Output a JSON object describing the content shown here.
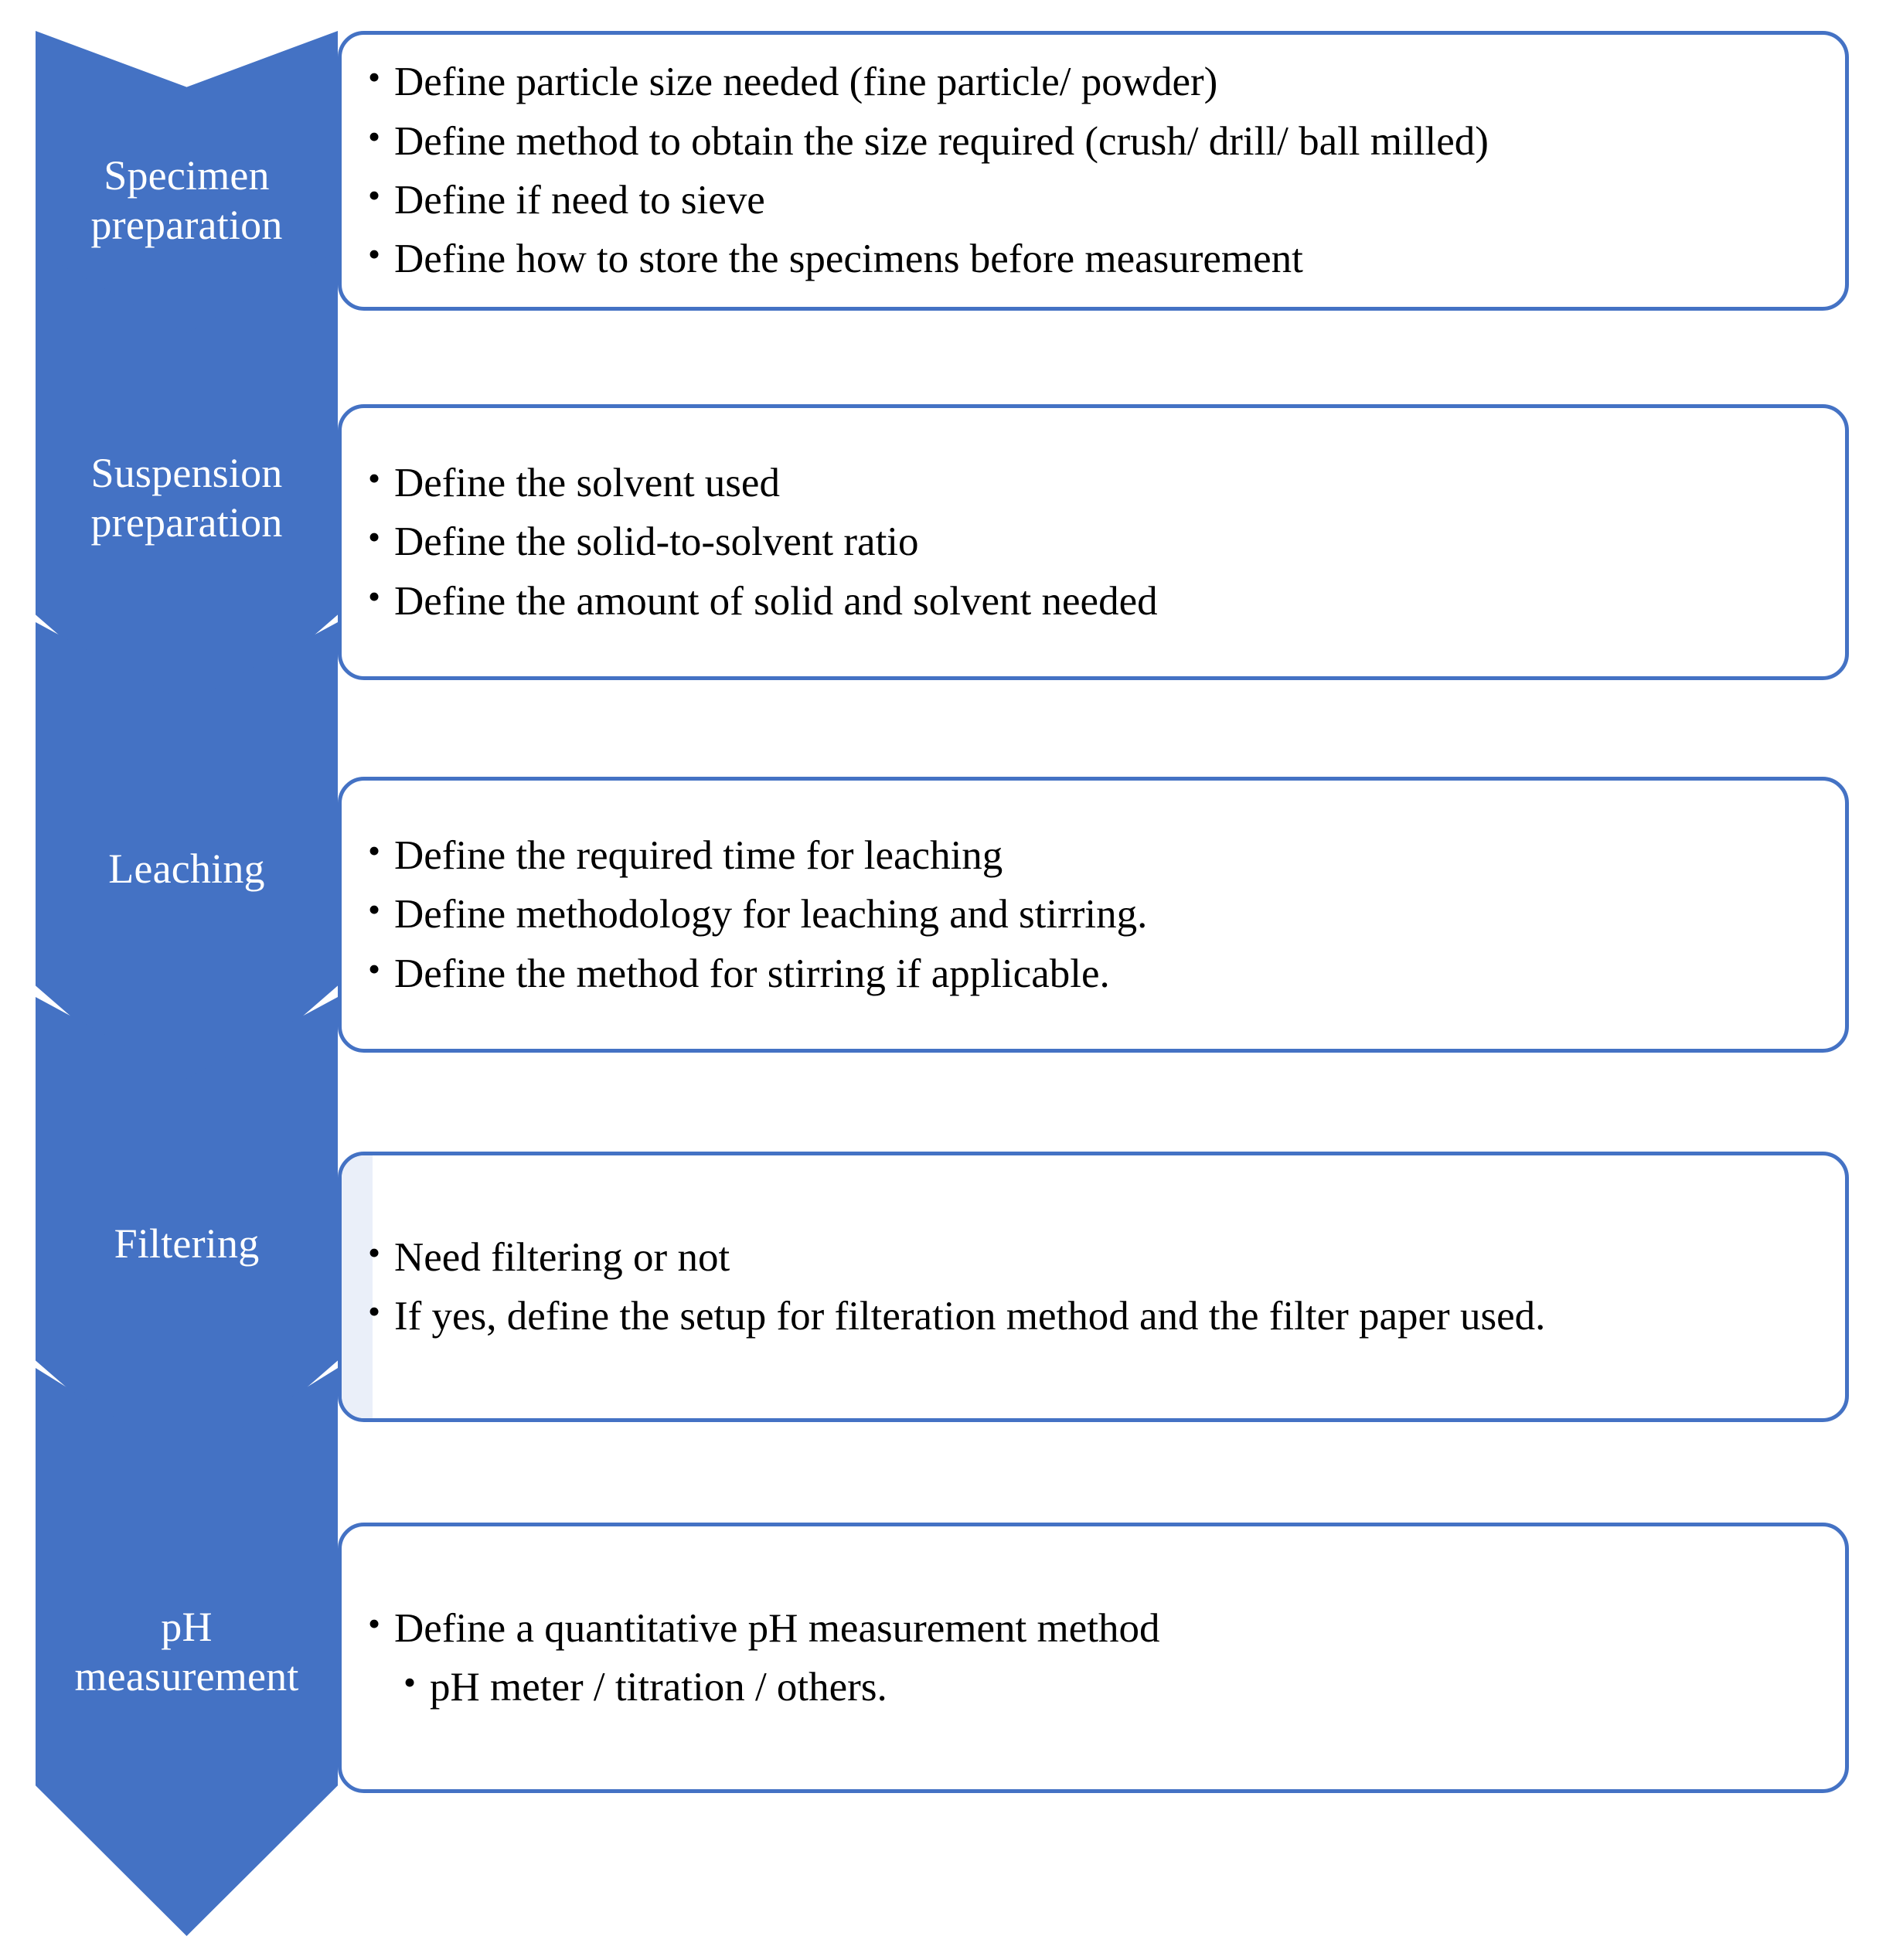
{
  "colors": {
    "accent": "#4472C4",
    "box_border": "#4472C4",
    "box_fill": "#FFFFFF",
    "chevron_label_text": "#FFFFFF",
    "bullet_text": "#000000",
    "gutter_shade": "#EAEFF9"
  },
  "diagram": {
    "type": "vertical-chevron-process",
    "step_count": 5,
    "steps": [
      {
        "id": "specimen-preparation",
        "label": "Specimen\npreparation",
        "bullets": [
          {
            "text": "Define particle size needed (fine particle/ powder)",
            "level": 1
          },
          {
            "text": "Define method to obtain the size required (crush/ drill/ ball milled)",
            "level": 1
          },
          {
            "text": "Define if need to sieve",
            "level": 1
          },
          {
            "text": "Define how to store the specimens before measurement",
            "level": 1
          }
        ]
      },
      {
        "id": "suspension-preparation",
        "label": "Suspension\npreparation",
        "bullets": [
          {
            "text": "Define the solvent used",
            "level": 1
          },
          {
            "text": "Define the solid-to-solvent ratio",
            "level": 1
          },
          {
            "text": "Define the amount of solid and solvent needed",
            "level": 1
          }
        ]
      },
      {
        "id": "leaching",
        "label": "Leaching",
        "bullets": [
          {
            "text": "Define the required time for leaching",
            "level": 1
          },
          {
            "text": "Define methodology for leaching and stirring.",
            "level": 1
          },
          {
            "text": "Define the method for stirring if applicable.",
            "level": 1
          }
        ]
      },
      {
        "id": "filtering",
        "label": "Filtering",
        "bullets": [
          {
            "text": "Need filtering or not",
            "level": 1
          },
          {
            "text": "If yes, define the setup for filteration method and the filter paper used.",
            "level": 1
          }
        ]
      },
      {
        "id": "ph-measurement",
        "label": "pH\nmeasurement",
        "bullets": [
          {
            "text": "Define a quantitative pH measurement method",
            "level": 1
          },
          {
            "text": "pH meter / titration / others.",
            "level": 2
          }
        ]
      }
    ]
  }
}
